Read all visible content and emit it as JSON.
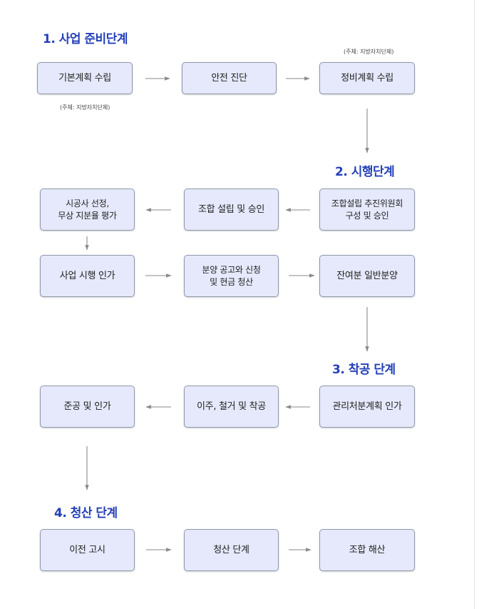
{
  "stages": {
    "s1": "1. 사업 준비단계",
    "s2": "2. 시행단계",
    "s3": "3. 착공 단계",
    "s4": "4. 청산 단계"
  },
  "boxes": {
    "basic_plan": "기본계획 수립",
    "safety_check": "안전 진단",
    "maintenance_plan": "정비계획 수립",
    "promotion_committee": "조합설립 추진위원회\n구성 및 승인",
    "union_establish": "조합 설립 및 승인",
    "contractor_select": "시공사 선정,\n무상 지분율 평가",
    "project_approval": "사업 시행 인가",
    "sale_notice": "분양 공고와 신청\n및 현금 청산",
    "general_sale": "잔여분 일반분양",
    "mgmt_disposal": "관리처분계획 인가",
    "relocation": "이주, 철거 및 착공",
    "completion": "준공 및 인가",
    "transfer_notice": "이전 고시",
    "liquidation": "청산 단계",
    "dissolution": "조합 해산"
  },
  "notes": {
    "basic_plan_owner": "(주체: 지방자치단체)",
    "maintenance_plan_owner": "(주체: 지방자치단체)"
  },
  "colors": {
    "stage_title": "#2440b8",
    "box_fill": "#e5e9fb",
    "box_border": "#8f98ab",
    "arrow": "#8a8a8a"
  }
}
